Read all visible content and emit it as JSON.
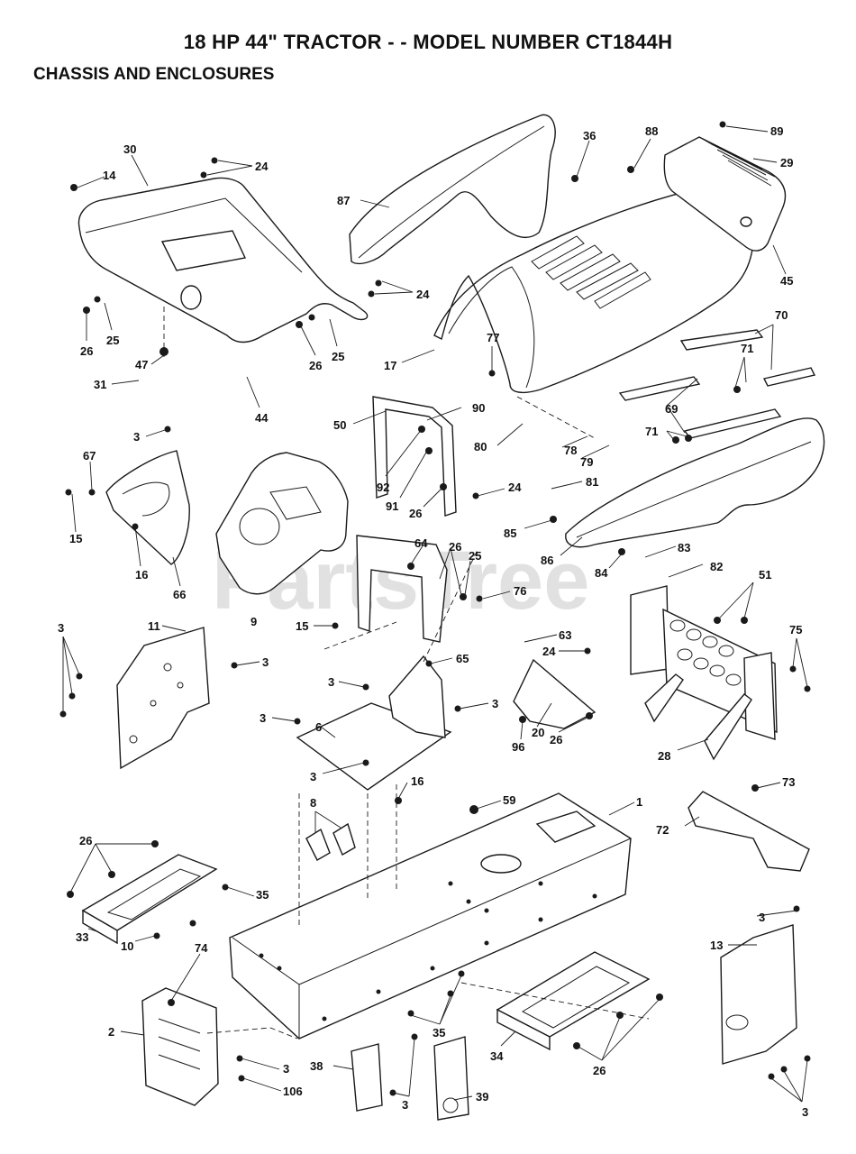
{
  "header": {
    "title": "18 HP 44\" TRACTOR - - MODEL NUMBER CT1844H",
    "section": "CHASSIS AND ENCLOSURES"
  },
  "watermark": "PartsTree",
  "callouts": [
    {
      "id": "c30",
      "label": "30"
    },
    {
      "id": "c14",
      "label": "14"
    },
    {
      "id": "c24a",
      "label": "24"
    },
    {
      "id": "c87",
      "label": "87"
    },
    {
      "id": "c36",
      "label": "36"
    },
    {
      "id": "c88",
      "label": "88"
    },
    {
      "id": "c89",
      "label": "89"
    },
    {
      "id": "c29",
      "label": "29"
    },
    {
      "id": "c45",
      "label": "45"
    },
    {
      "id": "c24b",
      "label": "24"
    },
    {
      "id": "c26a",
      "label": "26"
    },
    {
      "id": "c25a",
      "label": "25"
    },
    {
      "id": "c26b",
      "label": "26"
    },
    {
      "id": "c25b",
      "label": "25"
    },
    {
      "id": "c47",
      "label": "47"
    },
    {
      "id": "c44",
      "label": "44"
    },
    {
      "id": "c31",
      "label": "31"
    },
    {
      "id": "c3a",
      "label": "3"
    },
    {
      "id": "c17",
      "label": "17"
    },
    {
      "id": "c77",
      "label": "77"
    },
    {
      "id": "c70",
      "label": "70"
    },
    {
      "id": "c71a",
      "label": "71"
    },
    {
      "id": "c69",
      "label": "69"
    },
    {
      "id": "c71b",
      "label": "71"
    },
    {
      "id": "c50",
      "label": "50"
    },
    {
      "id": "c90",
      "label": "90"
    },
    {
      "id": "c80",
      "label": "80"
    },
    {
      "id": "c78",
      "label": "78"
    },
    {
      "id": "c79",
      "label": "79"
    },
    {
      "id": "c92",
      "label": "92"
    },
    {
      "id": "c91",
      "label": "91"
    },
    {
      "id": "c26c",
      "label": "26"
    },
    {
      "id": "c24c",
      "label": "24"
    },
    {
      "id": "c81",
      "label": "81"
    },
    {
      "id": "c85",
      "label": "85"
    },
    {
      "id": "c86",
      "label": "86"
    },
    {
      "id": "c67",
      "label": "67"
    },
    {
      "id": "c15a",
      "label": "15"
    },
    {
      "id": "c16a",
      "label": "16"
    },
    {
      "id": "c66",
      "label": "66"
    },
    {
      "id": "c9",
      "label": "9"
    },
    {
      "id": "c64",
      "label": "64"
    },
    {
      "id": "c26d",
      "label": "26"
    },
    {
      "id": "c25c",
      "label": "25"
    },
    {
      "id": "c76",
      "label": "76"
    },
    {
      "id": "c83",
      "label": "83"
    },
    {
      "id": "c84",
      "label": "84"
    },
    {
      "id": "c82",
      "label": "82"
    },
    {
      "id": "c51",
      "label": "51"
    },
    {
      "id": "c75",
      "label": "75"
    },
    {
      "id": "c3b",
      "label": "3"
    },
    {
      "id": "c11",
      "label": "11"
    },
    {
      "id": "c3c",
      "label": "3"
    },
    {
      "id": "c15b",
      "label": "15"
    },
    {
      "id": "c63",
      "label": "63"
    },
    {
      "id": "c24d",
      "label": "24"
    },
    {
      "id": "c65",
      "label": "65"
    },
    {
      "id": "c3d",
      "label": "3"
    },
    {
      "id": "c3e",
      "label": "3"
    },
    {
      "id": "c6",
      "label": "6"
    },
    {
      "id": "c3f",
      "label": "3"
    },
    {
      "id": "c20",
      "label": "20"
    },
    {
      "id": "c96",
      "label": "96"
    },
    {
      "id": "c26e",
      "label": "26"
    },
    {
      "id": "c28",
      "label": "28"
    },
    {
      "id": "c3g",
      "label": "3"
    },
    {
      "id": "c16b",
      "label": "16"
    },
    {
      "id": "c73",
      "label": "73"
    },
    {
      "id": "c72",
      "label": "72"
    },
    {
      "id": "c59",
      "label": "59"
    },
    {
      "id": "c1",
      "label": "1"
    },
    {
      "id": "c8",
      "label": "8"
    },
    {
      "id": "c26f",
      "label": "26"
    },
    {
      "id": "c35a",
      "label": "35"
    },
    {
      "id": "c33",
      "label": "33"
    },
    {
      "id": "c10",
      "label": "10"
    },
    {
      "id": "c3h",
      "label": "3"
    },
    {
      "id": "c13",
      "label": "13"
    },
    {
      "id": "c74",
      "label": "74"
    },
    {
      "id": "c2",
      "label": "2"
    },
    {
      "id": "c35b",
      "label": "35"
    },
    {
      "id": "c34",
      "label": "34"
    },
    {
      "id": "c3i",
      "label": "3"
    },
    {
      "id": "c106",
      "label": "106"
    },
    {
      "id": "c38",
      "label": "38"
    },
    {
      "id": "c3j",
      "label": "3"
    },
    {
      "id": "c39",
      "label": "39"
    },
    {
      "id": "c26g",
      "label": "26"
    },
    {
      "id": "c3k",
      "label": "3"
    }
  ]
}
